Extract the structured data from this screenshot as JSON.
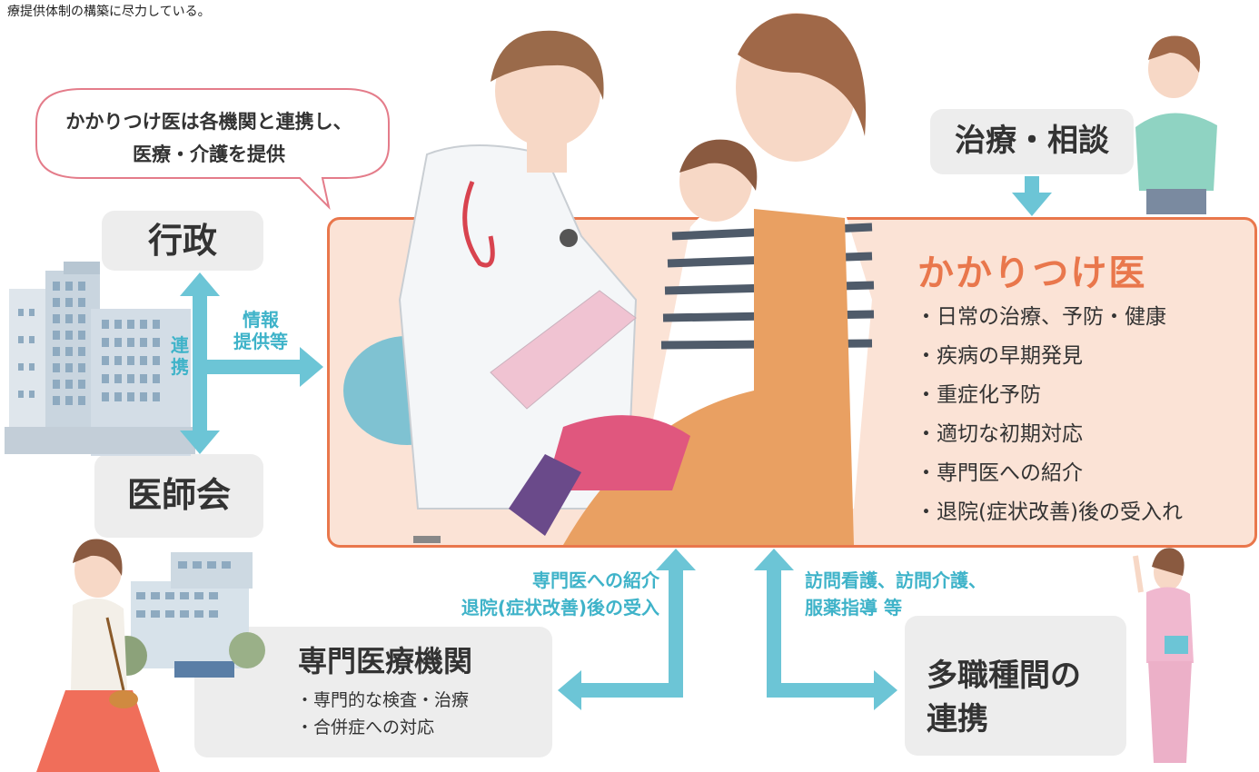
{
  "intro_text": "療提供体制の構築に尽力している。",
  "speech_bubble": {
    "line1": "かかりつけ医は各機関と連携し、",
    "line2": "医療・介護を提供"
  },
  "nodes": {
    "gyosei": "行政",
    "ishikai": "医師会",
    "treatment": "治療・相談",
    "senmon": {
      "title": "専門医療機関",
      "items": [
        "・専門的な検査・治療",
        "・合併症への対応"
      ]
    },
    "tashokushu": {
      "line1": "多職種間の",
      "line2": "連携"
    }
  },
  "kakaritsuke": {
    "title": "かかりつけ医",
    "items": [
      "・日常の治療、予防・健康",
      "・疾病の早期発見",
      "・重症化予防",
      "・適切な初期対応",
      "・専門医への紹介",
      "・退院(症状改善)後の受入れ"
    ]
  },
  "arrow_labels": {
    "renkei": [
      "連",
      "携"
    ],
    "joho": [
      "情報",
      "提供等"
    ],
    "senmon_arrow": [
      "専門医への紹介",
      "退院(症状改善)後の受入"
    ],
    "homon_arrow": [
      "訪問看護、訪問介護、",
      "服薬指導 等"
    ]
  },
  "colors": {
    "arrow": "#6cc5d6",
    "accent_orange": "#e9774c",
    "panel_fill": "#fbe3d6",
    "box_gray": "#ededed"
  },
  "illustrations": [
    "government-building-illustration",
    "doctor-illustration",
    "mother-child-illustration",
    "hospital-illustration",
    "woman-walking-illustration",
    "sick-woman-illustration",
    "nurse-illustration"
  ]
}
